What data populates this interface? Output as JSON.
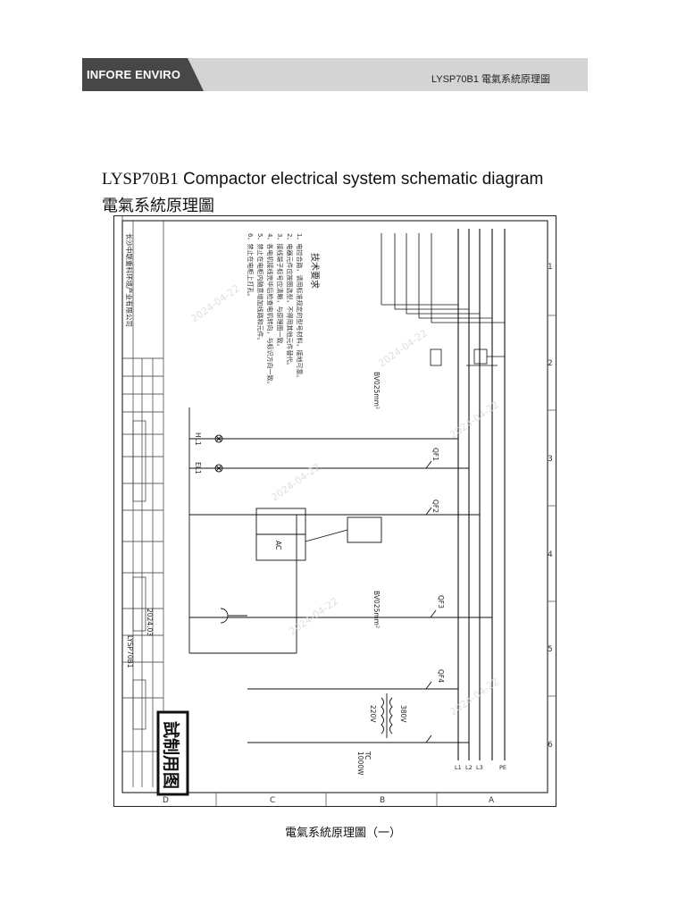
{
  "header": {
    "brand": "INFORE ENVIRO",
    "doc_label": "LYSP70B1 電氣系統原理圖"
  },
  "title": {
    "model": "LYSP70B1",
    "english": " Compactor electrical system schematic diagram",
    "chinese": "電氣系統原理圖"
  },
  "caption": "電氣系統原理圖（一）",
  "schematic": {
    "stamp": "試制用图",
    "tech_req_title": "技术要求",
    "tech_req": [
      "1、电控合路，请用标准规定的型号材料，接地可靠。",
      "2、电器元件应按图选型，不得用其他元件替代。",
      "3、接线端子标号应清晰，与原理图一致。",
      "4、各电机接线完毕后检查电机转向，与标识方向一致。",
      "5、禁止在电柜内随意增加线路和元件。",
      "6、禁止在电柜上打孔。"
    ],
    "column_numbers": [
      "1",
      "2",
      "3",
      "4",
      "5",
      "6"
    ],
    "row_letters": [
      "D",
      "C",
      "B",
      "A"
    ],
    "components": {
      "qf1": "QF1",
      "qf2": "QF2",
      "qf3": "QF3",
      "qf4": "QF4",
      "hl1": "HL1",
      "el1": "EL1",
      "ac": "AC",
      "tc": "TC",
      "tc_rating": "1000W",
      "v220": "220V",
      "v380": "380V",
      "bv_a": "BV025mm²",
      "bv_b": "BV025mm²",
      "bus_labels": [
        "L1",
        "L2",
        "L3",
        "PE"
      ]
    },
    "title_block": {
      "company": "长沙中联重科环境产业有限公司",
      "drawing_no": "LYSP70B1",
      "date": "2024.03"
    }
  }
}
